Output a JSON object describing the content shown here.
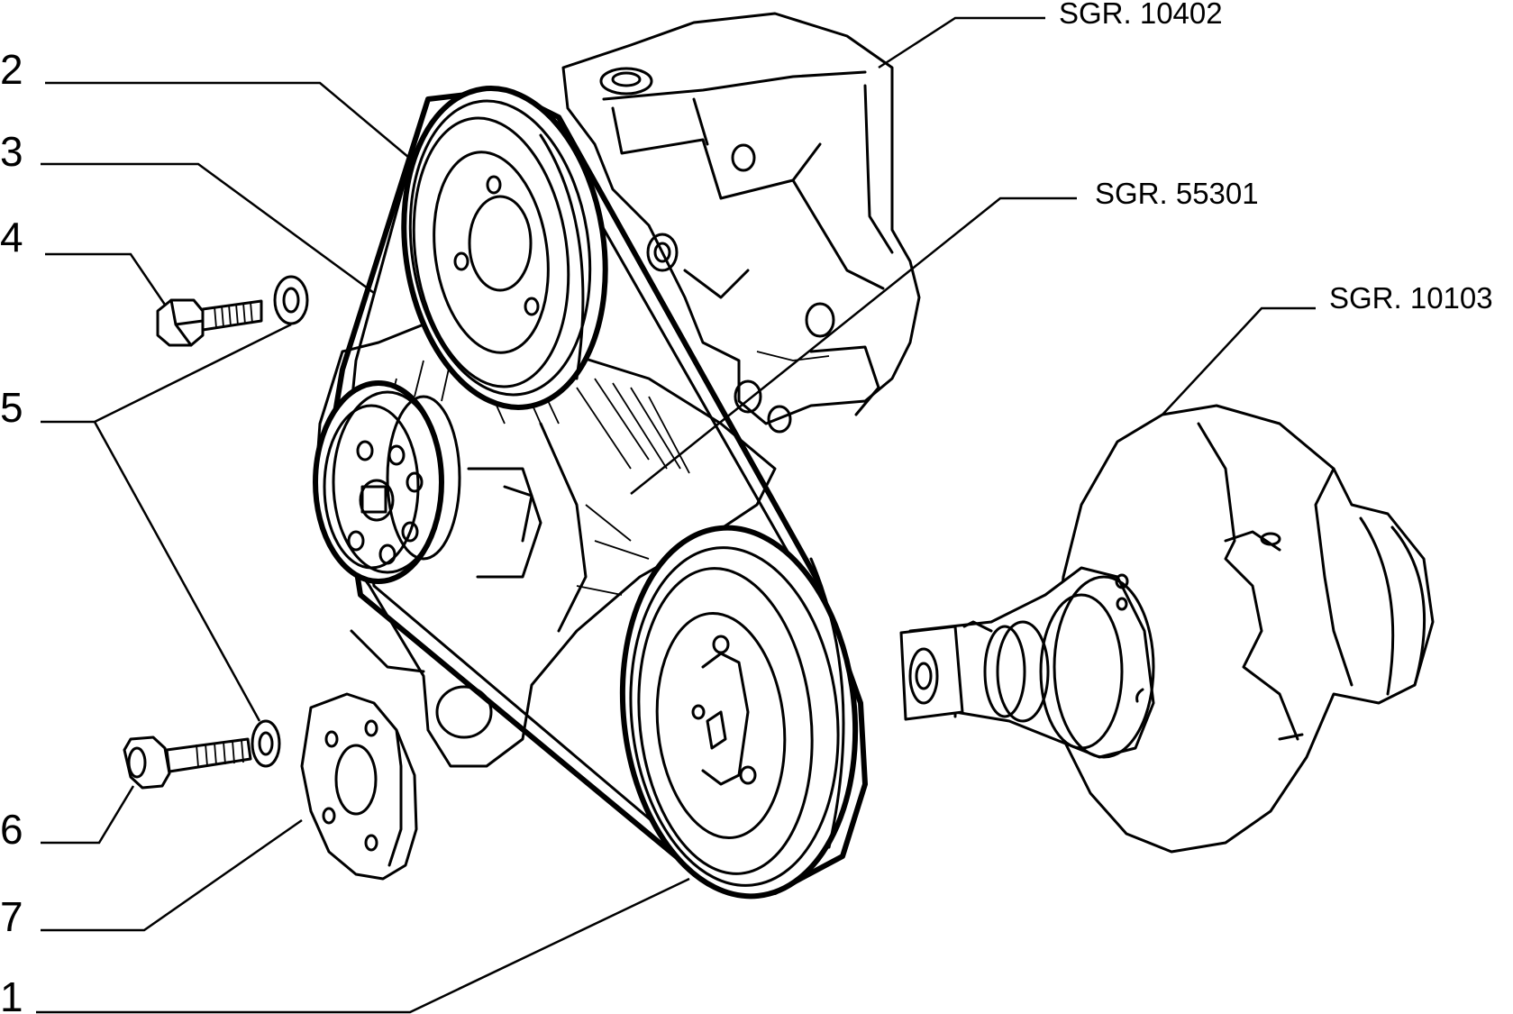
{
  "callouts": {
    "c1": "1",
    "c2": "2",
    "c3": "3",
    "c4": "4",
    "c5": "5",
    "c6": "6",
    "c7": "7"
  },
  "references": {
    "r1": "SGR. 10402",
    "r2": "SGR. 55301",
    "r3": "SGR. 10103"
  }
}
